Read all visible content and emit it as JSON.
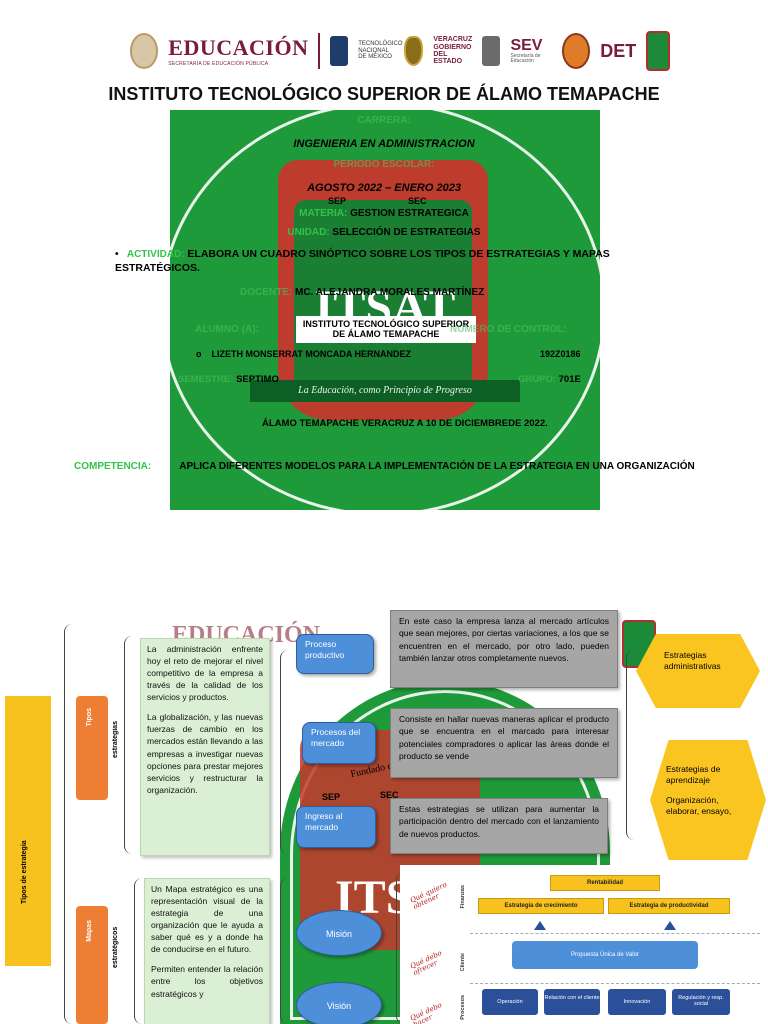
{
  "header": {
    "logo_educacion": "EDUCACIÓN",
    "logo_educacion_sub": "SECRETARÍA DE EDUCACIÓN PÚBLICA",
    "logo_tecnm": "TECNOLÓGICO NACIONAL DE MÉXICO",
    "logo_veracruz": "VERACRUZ GOBIERNO DEL ESTADO",
    "logo_sev": "SEV",
    "logo_sev_sub": "Secretaría de Educación",
    "logo_det": "DET"
  },
  "cover": {
    "institute": "INSTITUTO TECNOLÓGICO SUPERIOR DE ÁLAMO TEMAPACHE",
    "career_label": "CARRERA:",
    "career_value": "INGENIERIA EN ADMINISTRACION",
    "period_label": "PERIODO ESCOLAR:",
    "period_value": "AGOSTO  2022 – ENERO 2023",
    "subject_label": "MATERIA:",
    "subject_value": "GESTION ESTRATEGICA",
    "unit_label": "UNIDAD:",
    "unit_value": "SELECCIÓN DE ESTRATEGIAS",
    "activity_label": "ACTIVIDAD:",
    "activity_value": "ELABORA UN CUADRO SINÓPTICO SOBRE LOS TIPOS DE ESTRATEGIAS Y MAPAS ESTRATÉGICOS.",
    "teacher_label": "DOCENTE:",
    "teacher_value": "MC. ALEJANDRA MORALES MARTÍNEZ",
    "student_label": "ALUMNO (A):",
    "control_label": "NUMERO DE CONTROL:",
    "student_value": "LIZETH MONSERRAT MONCADA HERNANDEZ",
    "control_value": "192Z0186",
    "semester_label": "SEMESTRE:",
    "semester_value": "SEPTIMO",
    "group_label": "GRUPO:",
    "group_value": "701E",
    "place_date": "ÁLAMO TEMAPACHE VERACRUZ A 10 DE DICIEMBREDE  2022.",
    "competence_label": "COMPETENCIA:",
    "competence_value": "APLICA DIFERENTES MODELOS PARA LA IMPLEMENTACIÓN DE LA ESTRATEGIA EN UNA ORGANIZACIÓN",
    "itsat": "ITSAT",
    "itsat_sub": "INSTITUTO TECNOLÓGICO SUPERIOR DE ÁLAMO TEMAPACHE",
    "motto": "La Educación, como Principio de Progreso",
    "sep": "SEP",
    "sec": "SEC"
  },
  "synoptic": {
    "root_label": "Tipos de estrategia",
    "tipos_label": "Tipos",
    "tipos_sub": "estrategias",
    "mapas_label": "Mapas",
    "mapas_sub": "estratégicos",
    "note1_p1": "La administración enfrente hoy el reto de mejorar el nivel competitivo de la empresa a través de la calidad de los servicios y productos.",
    "note1_p2": "La globalización, y las nuevas fuerzas de cambio en los mercados están llevando a las empresas a investigar nuevas opciones para prestar mejores servicios y restructurar la organización.",
    "pill1": "Proceso productivo",
    "pill2": "Procesos del mercado",
    "pill3": "Ingreso al mercado",
    "gray1": "En este caso la empresa lanza al mercado artículos que sean mejores, por ciertas variaciones, a los que se encuentren en el mercado, por otro lado, pueden también lanzar otros completamente nuevos.",
    "gray2": "Consiste en hallar nuevas maneras aplicar el producto que se encuentra en el marcado para interesar potenciales compradores o aplicar las áreas donde el producto se vende",
    "gray3": "Estas estrategias se utilizan para aumentar la participación dentro del mercado con el lanzamiento de nuevos productos.",
    "hex1": "Estrategias administrativas",
    "hex2_title": "Estrategias de aprendizaje",
    "hex2_body": "Organización, elaborar, ensayo,",
    "note2_p1": "Un Mapa estratégico es una representación visual de la estrategia de una organización que le ayuda a saber qué es y a donde ha de conducirse en el futuro.",
    "note2_p2": "Permiten entender la relación entre los objetivos estratégicos y",
    "ellipse1": "Misión",
    "ellipse2": "Visión",
    "bg_motto": "Fundado en 1998"
  },
  "strategy_map": {
    "top": "Rentabilidad",
    "growth": "Estrategia de crecimiento",
    "productivity": "Estrategia de productividad",
    "value": "Propuesta Única de Valor",
    "ops": "Operación",
    "client_rel": "Relación con el cliente",
    "innovation": "Innovación",
    "regulation": "Regulación y resp. social",
    "side_fin": "Finanzas",
    "side_cli": "Cliente",
    "side_pro": "Procesos",
    "hand1": "Qué quiero obtener",
    "hand2": "Qué debo ofrecer",
    "hand3": "Qué debo hacer"
  }
}
